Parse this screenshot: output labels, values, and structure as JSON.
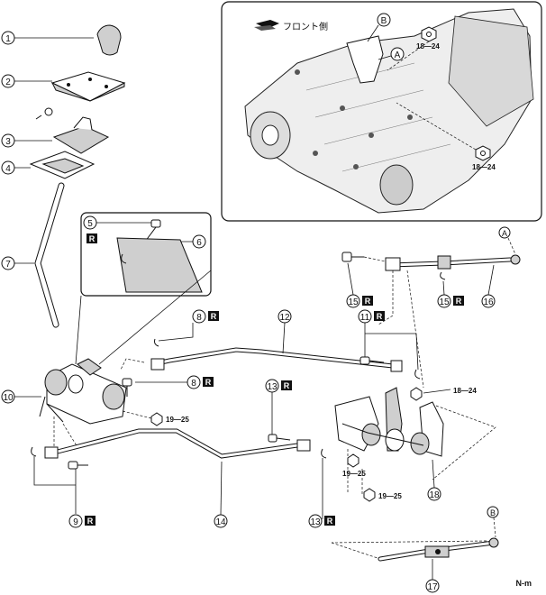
{
  "inset": {
    "front_label": "フロント側",
    "marker_a": "A",
    "marker_b": "B",
    "torque_upper": "18—24",
    "torque_lower": "18—24"
  },
  "detail": {
    "torque_marker": "R",
    "label_5": "5",
    "label_6": "6"
  },
  "callouts": {
    "c1": "1",
    "c2": "2",
    "c3": "3",
    "c4": "4",
    "c7": "7",
    "c8a": "8",
    "c8b": "8",
    "c9": "9",
    "c10": "10",
    "c11": "11",
    "c12": "12",
    "c13a": "13",
    "c13b": "13",
    "c14": "14",
    "c15a": "15",
    "c15b": "15",
    "c16": "16",
    "c17": "17",
    "c18": "18"
  },
  "r_marker": "R",
  "torque_values": {
    "t_mid_left": "19—25",
    "t_right_1": "18—24",
    "t_right_2": "19—25",
    "t_right_3": "19—25"
  },
  "refs": {
    "a": "A",
    "b": "B"
  },
  "footer_code": "N-m",
  "icons": [
    "front-arrow-icon",
    "bolt-icon",
    "nut-icon",
    "clip-icon"
  ]
}
